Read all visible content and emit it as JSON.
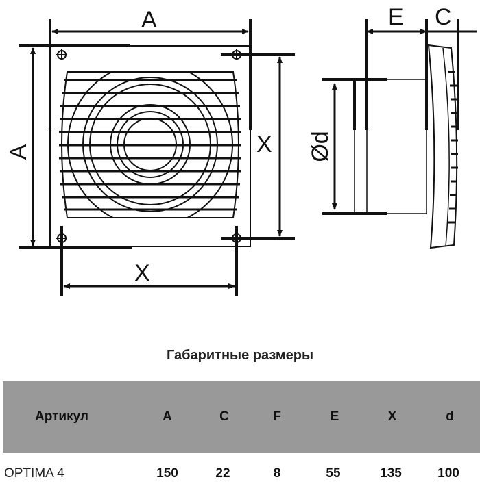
{
  "drawing": {
    "front_view": {
      "labels": {
        "top_width": "A",
        "left_height": "A",
        "right_height": "X",
        "bottom_width": "X"
      }
    },
    "side_view": {
      "labels": {
        "depth_e": "E",
        "depth_c": "C",
        "diameter": "Ød"
      }
    }
  },
  "table": {
    "title": "Габаритные размеры",
    "header_bg": "#999999",
    "columns": [
      "Артикул",
      "A",
      "C",
      "F",
      "E",
      "X",
      "d"
    ],
    "rows": [
      [
        "OPTIMA 4",
        "150",
        "22",
        "8",
        "55",
        "135",
        "100"
      ]
    ]
  }
}
